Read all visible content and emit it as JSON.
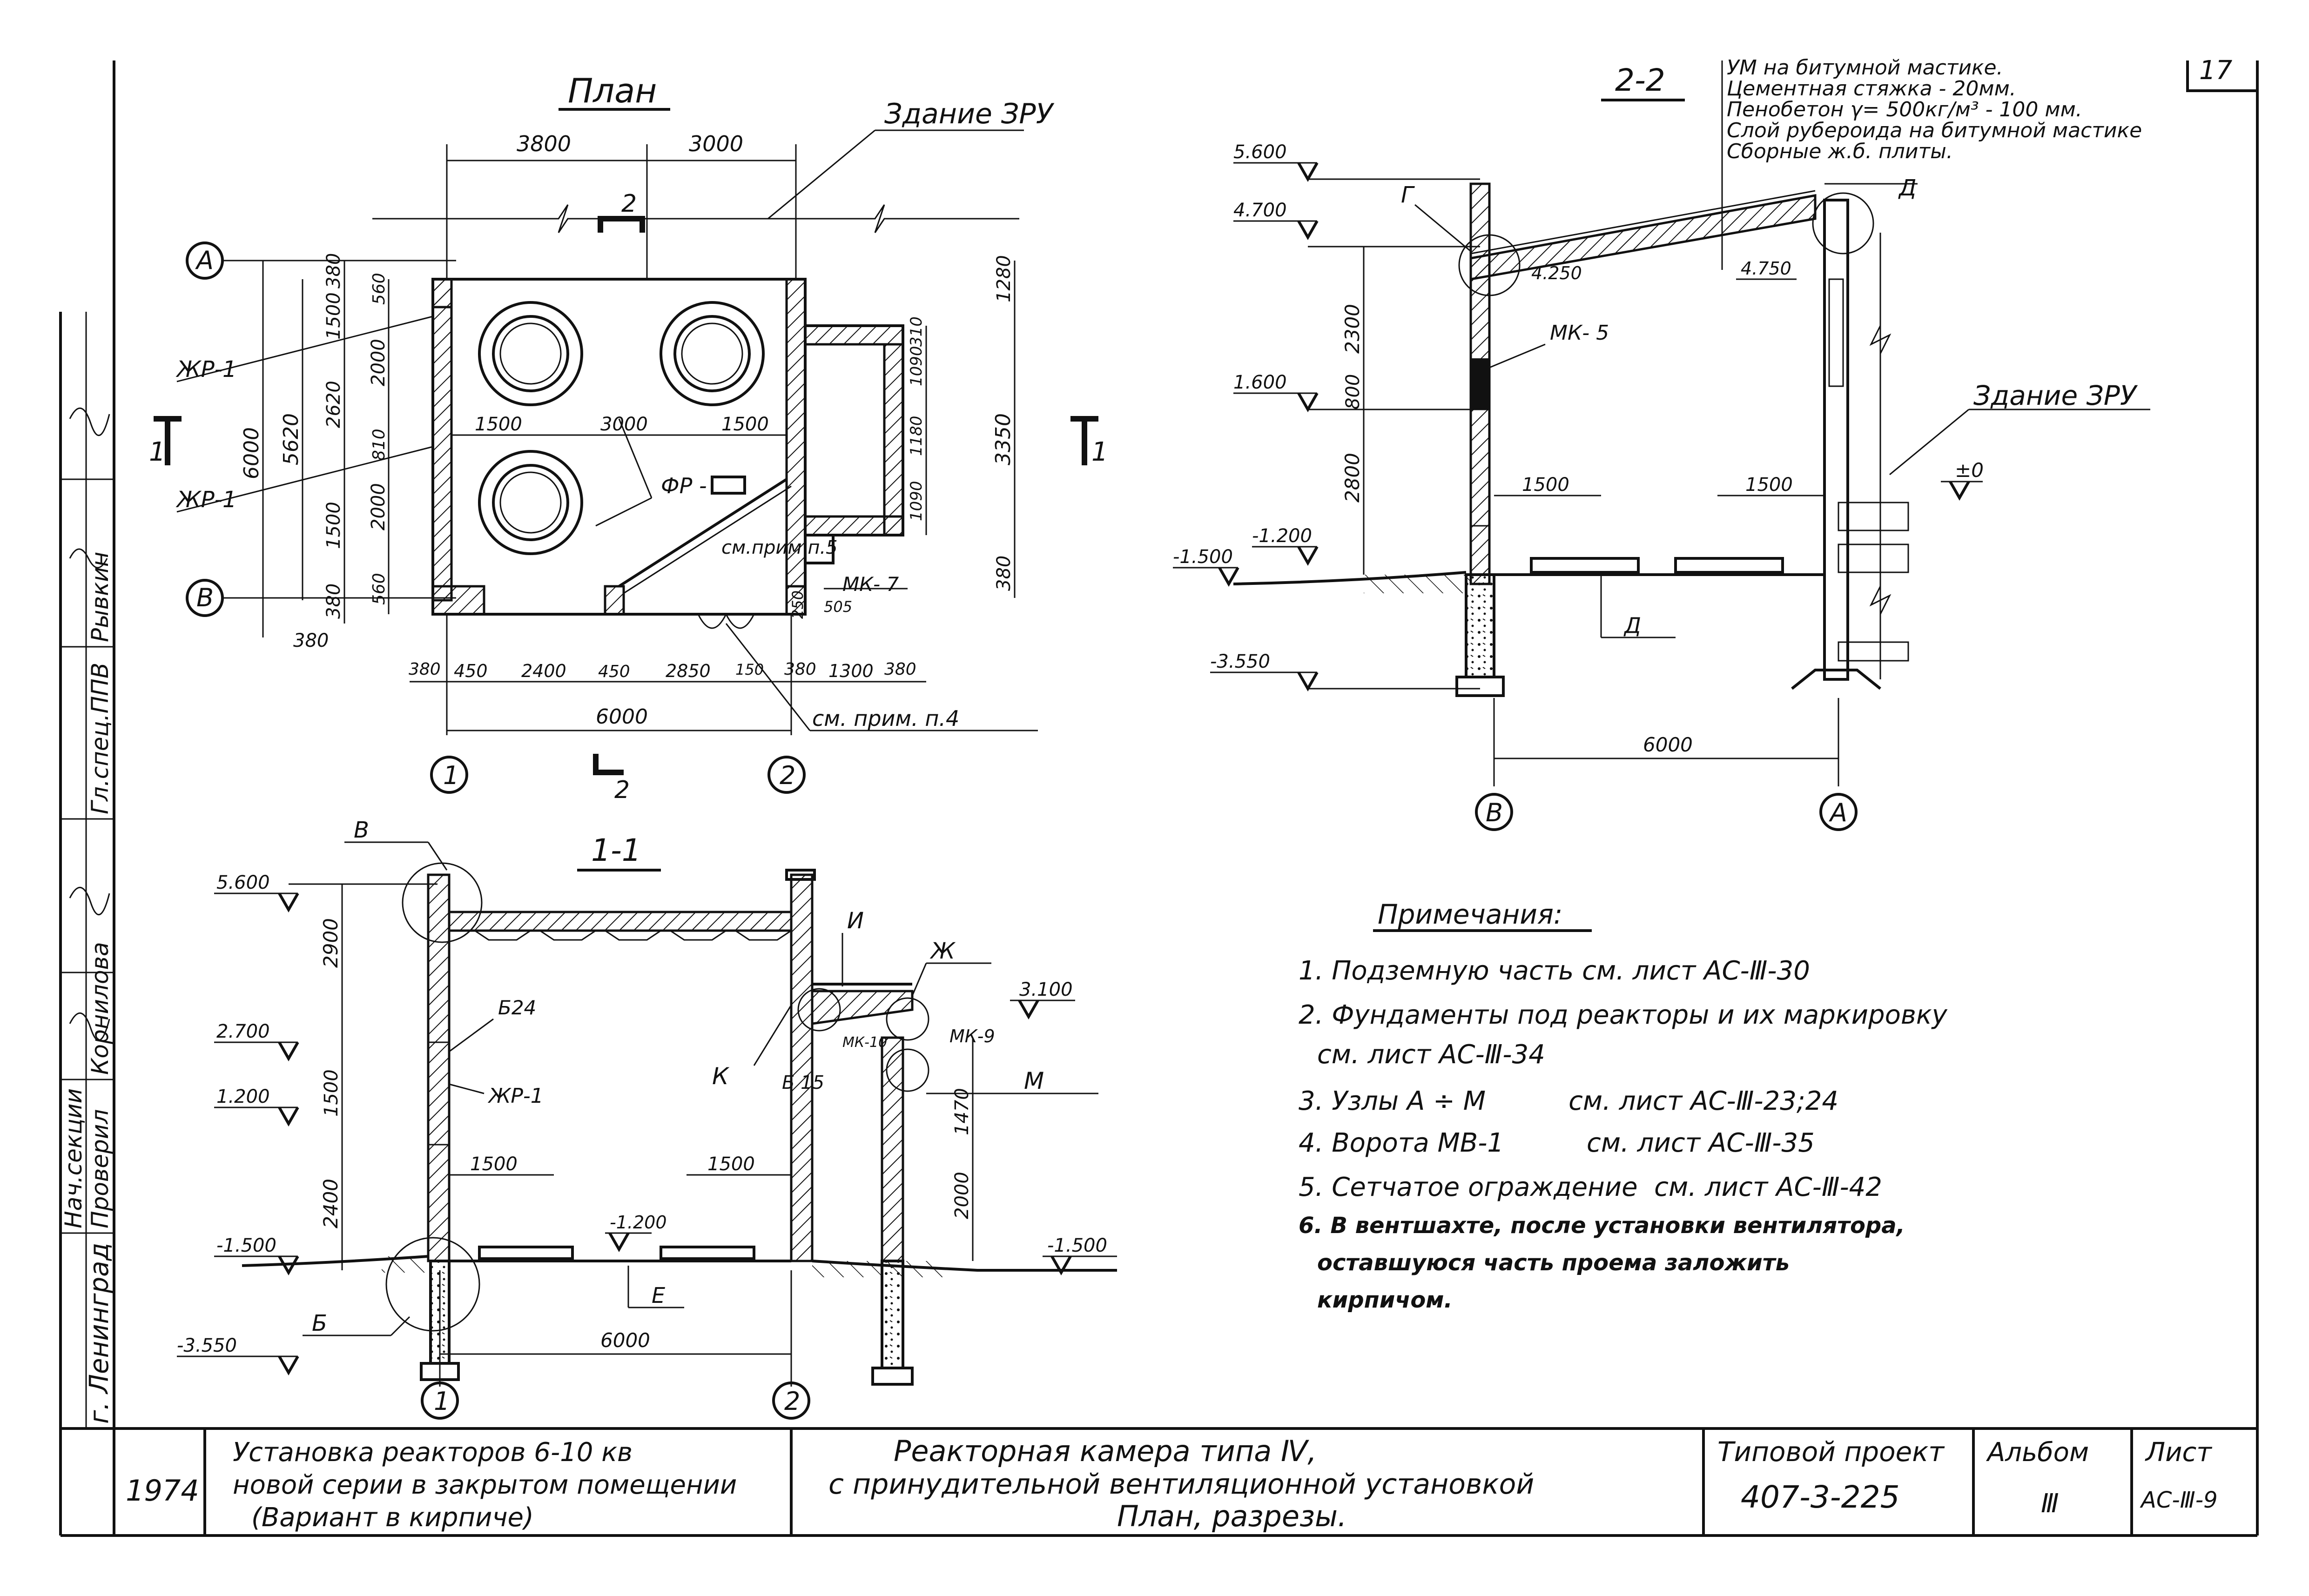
{
  "sheet_number": "17",
  "plan": {
    "title": "План",
    "building_label": "Здание ЗРУ",
    "dims_top": [
      "3800",
      "3000"
    ],
    "axis_left_top": "А",
    "axis_left_bottom": "В",
    "axis_bottom_left": "1",
    "axis_bottom_right": "2",
    "section_mark_top": "2",
    "section_mark_bottom": "2",
    "section_mark_left": "1",
    "section_mark_right": "1",
    "label_jr1_top": "ЖР-1",
    "label_jr1_bottom": "ЖР-1",
    "label_fr": "ФР -",
    "label_note5": "см.прим\nп.5",
    "label_mk7": "МК- 7",
    "label_note4": "см. прим. п.4",
    "dims_left_outer": [
      "6000"
    ],
    "dims_left_mid": [
      "5620"
    ],
    "dims_left_inner": [
      "380",
      "1500",
      "2620",
      "1500",
      "380"
    ],
    "dims_left_inner2": [
      "560",
      "2000",
      "810",
      "2000",
      "560"
    ],
    "dims_inner": [
      "1500",
      "3000",
      "1500"
    ],
    "dims_right": [
      "1280",
      "3350",
      "380"
    ],
    "dims_right_inner": [
      "310",
      "1090",
      "1180",
      "1090"
    ],
    "dims_bottom_row": [
      "380",
      "450",
      "2400",
      "450",
      "2850",
      "150",
      "380",
      "1300",
      "380"
    ],
    "dims_bottom_small": [
      "250",
      "505"
    ],
    "dim_bottom_total": "6000",
    "dim_380_left": "380"
  },
  "section_22": {
    "title": "2-2",
    "roof_notes": [
      "УМ на битумной мастике.",
      "Цементная стяжка - 20мм.",
      "Пенобетон γ= 500кг/м³ - 100 мм.",
      "Слой рубероида на битумной мастике",
      "Сборные ж.б. плиты."
    ],
    "elevations": [
      "5.600",
      "4.700",
      "1.600",
      "-1.200",
      "-1.500",
      "-3.550"
    ],
    "el_4250": "4.250",
    "el_4750": "4.750",
    "el_zero": "±0",
    "label_g": "Г",
    "label_d_top": "Д",
    "label_d_bottom": "Д",
    "label_mk5": "МК- 5",
    "building_label": "Здание ЗРУ",
    "dims_vertical": [
      "2300",
      "800",
      "2800"
    ],
    "dims_inner": [
      "1500",
      "1500"
    ],
    "dim_total": "6000",
    "axis_left": "В",
    "axis_right": "А"
  },
  "section_11": {
    "title": "1-1",
    "elevations": [
      "5.600",
      "2.700",
      "1.200",
      "-1.500",
      "-3.550"
    ],
    "el_right_top": "3.100",
    "el_right_ground": "-1.500",
    "el_inner": "-1.200",
    "label_v": "В",
    "label_b24": "Б24",
    "label_jr1": "ЖР-1",
    "label_k": "К",
    "label_i": "И",
    "label_zh": "Ж",
    "label_mk9": "МК-9",
    "label_mk10": "МК-10",
    "label_b15": "Б 15",
    "label_m": "М",
    "label_b": "Б",
    "label_e": "Е",
    "dims_vertical": [
      "2900",
      "1500",
      "2400"
    ],
    "dims_right_vertical": [
      "1470",
      "2000"
    ],
    "dims_inner": [
      "1500",
      "1500"
    ],
    "dim_total": "6000",
    "axis_left": "1",
    "axis_right": "2"
  },
  "notes": {
    "title": "Примечания:",
    "items": [
      "1. Подземную часть см. лист АС-Ⅲ-30",
      "2. Фундаменты под реакторы и их маркировку",
      "см. лист АС-Ⅲ-34",
      "3. Узлы А ÷ М          см. лист АС-Ⅲ-23;24",
      "4. Ворота МВ-1          см. лист АС-Ⅲ-35",
      "5. Сетчатое ограждение  см. лист АС-Ⅲ-42",
      "6. В вентшахте, после установки вентилятора,",
      "оставшуюся часть проема заложить",
      "кирпичом."
    ]
  },
  "left_strip": {
    "entries": [
      "Нач.секции",
      "Проверил",
      "Корнилова",
      "Гл.спец.ППВ",
      "Рывкин",
      "г. Ленинград"
    ]
  },
  "title_block": {
    "year": "1974",
    "subject_lines": [
      "Установка реакторов 6-10 кв",
      "новой серии в закрытом помещении",
      "(Вариант в кирпиче)"
    ],
    "drawing_lines": [
      "Реакторная камера типа Ⅳ,",
      "с принудительной вентиляционной установкой",
      "План, разрезы."
    ],
    "project_label": "Типовой проект",
    "project_number": "407-3-225",
    "album_label": "Альбом",
    "album_number": "Ⅲ",
    "sheet_label": "Лист",
    "sheet_number": "АС-Ⅲ-9"
  }
}
